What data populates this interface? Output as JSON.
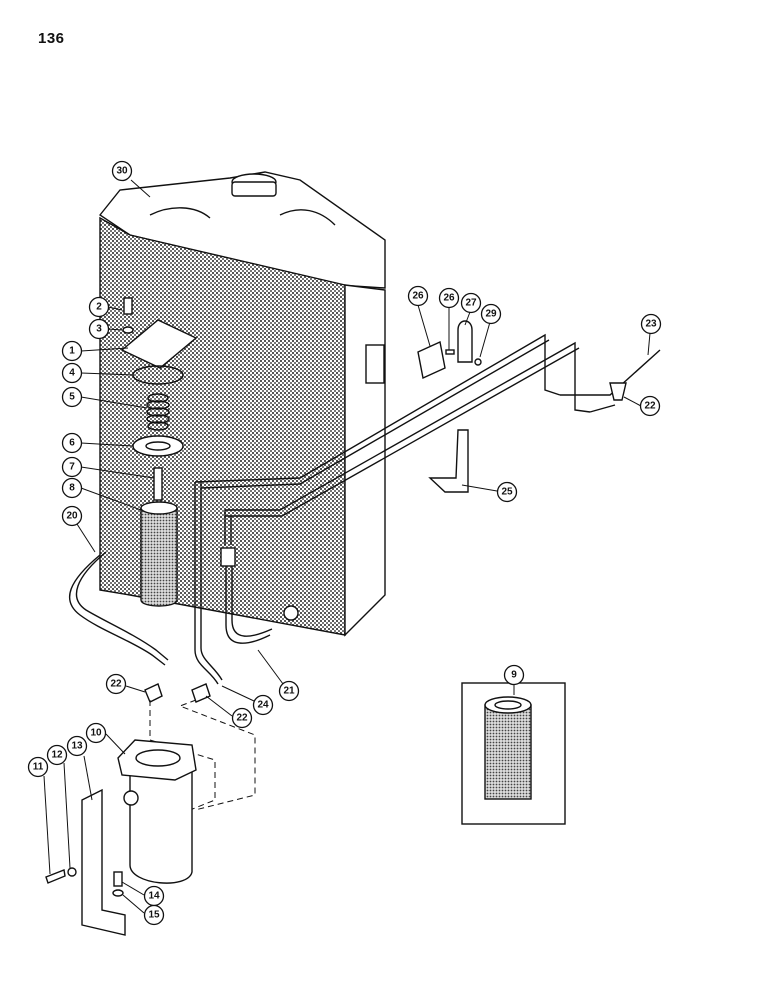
{
  "page": {
    "number": "136"
  },
  "callouts": [
    {
      "label": "30"
    },
    {
      "label": "2"
    },
    {
      "label": "3"
    },
    {
      "label": "1"
    },
    {
      "label": "4"
    },
    {
      "label": "5"
    },
    {
      "label": "6"
    },
    {
      "label": "7"
    },
    {
      "label": "8"
    },
    {
      "label": "20"
    },
    {
      "label": "26"
    },
    {
      "label": "26"
    },
    {
      "label": "27"
    },
    {
      "label": "29"
    },
    {
      "label": "23"
    },
    {
      "label": "22"
    },
    {
      "label": "25"
    },
    {
      "label": "21"
    },
    {
      "label": "24"
    },
    {
      "label": "22"
    },
    {
      "label": "22"
    },
    {
      "label": "9"
    },
    {
      "label": "10"
    },
    {
      "label": "11"
    },
    {
      "label": "12"
    },
    {
      "label": "13"
    },
    {
      "label": "14"
    },
    {
      "label": "15"
    }
  ]
}
